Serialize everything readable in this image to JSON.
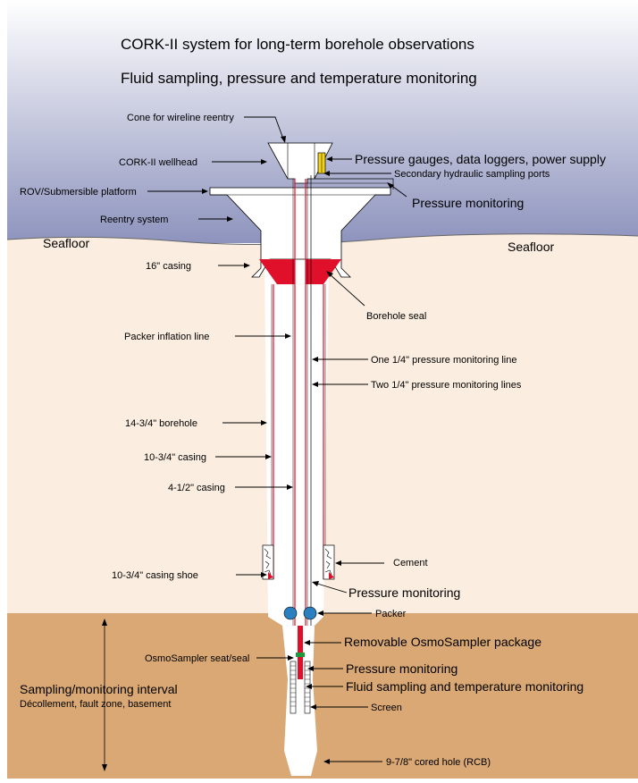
{
  "titles": {
    "line1": "CORK-II system for long-term borehole observations",
    "line2": "Fluid sampling, pressure and temperature monitoring"
  },
  "seafloor": {
    "left": "Seafloor",
    "right": "Seafloor"
  },
  "labels": {
    "cone": "Cone for wireline reentry",
    "wellhead": "CORK-II wellhead",
    "rov": "ROV/Submersible platform",
    "reentry": "Reentry system",
    "casing16": "16\" casing",
    "pressure_gauges": "Pressure gauges, data loggers, power supply",
    "secondary_ports": "Secondary hydraulic sampling ports",
    "pressure_monitoring_top": "Pressure monitoring",
    "borehole_seal": "Borehole seal",
    "packer_inflation": "Packer inflation line",
    "one_quarter": "One 1/4\" pressure monitoring line",
    "two_quarter": "Two 1/4\" pressure monitoring lines",
    "borehole_1434": "14-3/4\" borehole",
    "casing_1034": "10-3/4\" casing",
    "casing_412": "4-1/2\" casing",
    "casing_shoe": "10-3/4\" casing shoe",
    "cement": "Cement",
    "pressure_monitoring_mid": "Pressure monitoring",
    "packer": "Packer",
    "osmo_package": "Removable OsmoSampler package",
    "osmo_seat": "OsmoSampler seat/seal",
    "pressure_monitoring_low": "Pressure monitoring",
    "fluid_sampling": "Fluid sampling and temperature monitoring",
    "interval_title": "Sampling/monitoring interval",
    "interval_sub": "Décollement, fault zone, basement",
    "screen": "Screen",
    "cored_hole": "9-7/8\" cored hole (RCB)"
  },
  "colors": {
    "sky_top": "#ffffff",
    "sky_bottom": "#8d93bd",
    "sediment": "#fbeee0",
    "lower_sediment": "#d9a874",
    "seal_red": "#e0102a",
    "casing_red": "#e0102a",
    "packer_blue": "#2a7fc0",
    "gauge_yellow": "#f2d21a",
    "green_seal": "#1a9a3a"
  }
}
